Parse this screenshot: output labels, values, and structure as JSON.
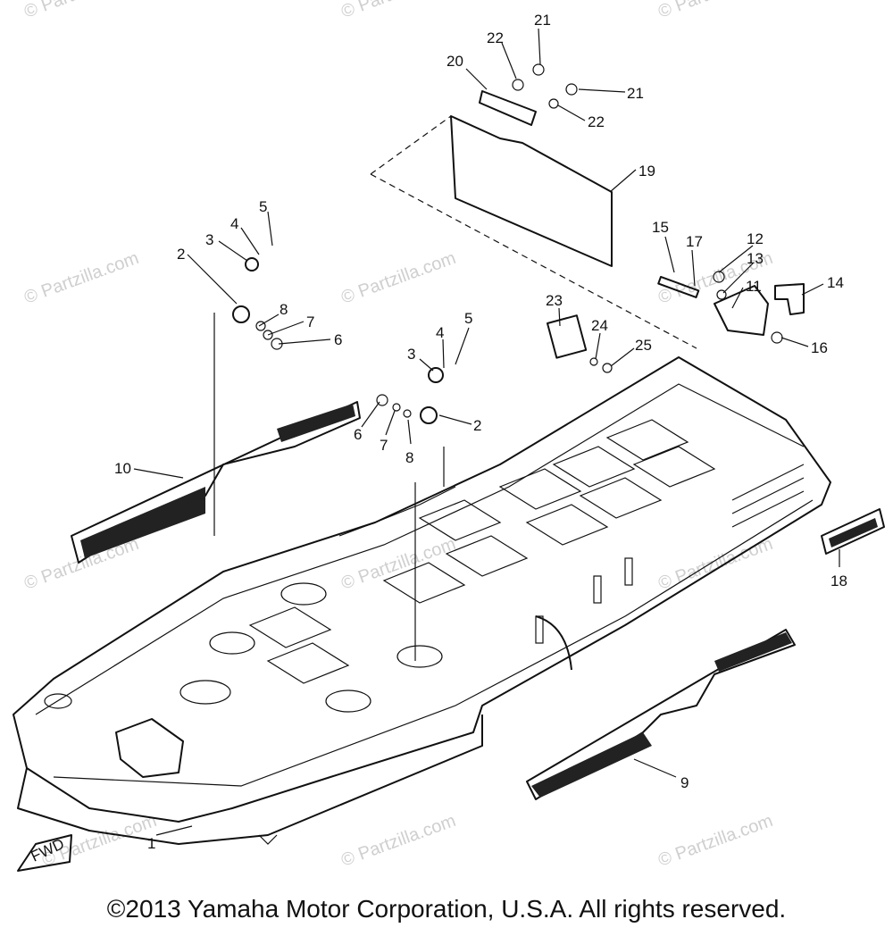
{
  "copyright": "©2013 Yamaha Motor Corporation, U.S.A. All rights reserved.",
  "watermark": "© Partzilla.com",
  "fwd_label": "FWD",
  "callouts": [
    "1",
    "2",
    "3",
    "4",
    "5",
    "2",
    "3",
    "4",
    "5",
    "6",
    "7",
    "8",
    "6",
    "7",
    "8",
    "9",
    "10",
    "11",
    "12",
    "13",
    "14",
    "15",
    "16",
    "17",
    "18",
    "19",
    "20",
    "21",
    "21",
    "22",
    "22",
    "23",
    "24",
    "25"
  ]
}
